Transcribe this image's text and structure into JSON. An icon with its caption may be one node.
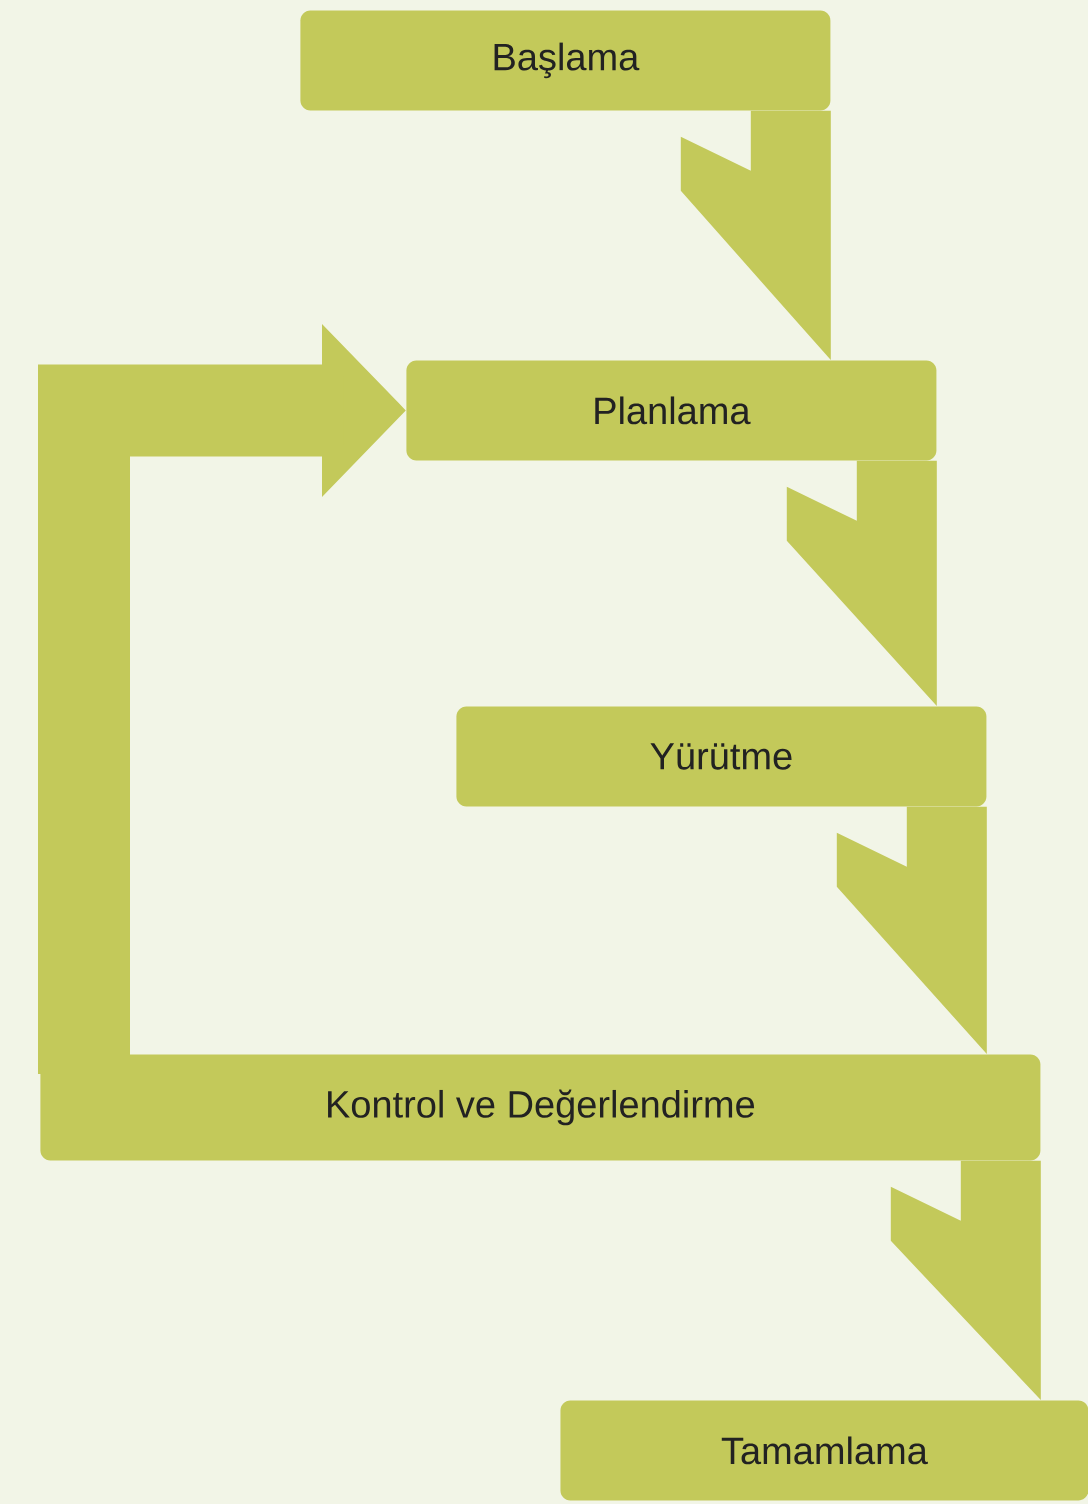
{
  "diagram": {
    "nodes": [
      {
        "text": [
          "Başlama"
        ]
      },
      {
        "text": [
          "Planlama"
        ]
      },
      {
        "text": [
          "Yürütme"
        ]
      },
      {
        "text": [
          "Kontrol ve Değerlendirme"
        ]
      },
      {
        "text": [
          "Tamamlama"
        ]
      }
    ],
    "edges": [
      {
        "from": 0,
        "to": 1,
        "arrow": "to"
      },
      {
        "from": 1,
        "to": 2,
        "arrow": "to"
      },
      {
        "from": 2,
        "to": 3,
        "arrow": "to"
      },
      {
        "from": 3,
        "to": 4,
        "arrow": "to"
      },
      {
        "from": 3,
        "to": 1,
        "arrow": "to"
      }
    ]
  }
}
